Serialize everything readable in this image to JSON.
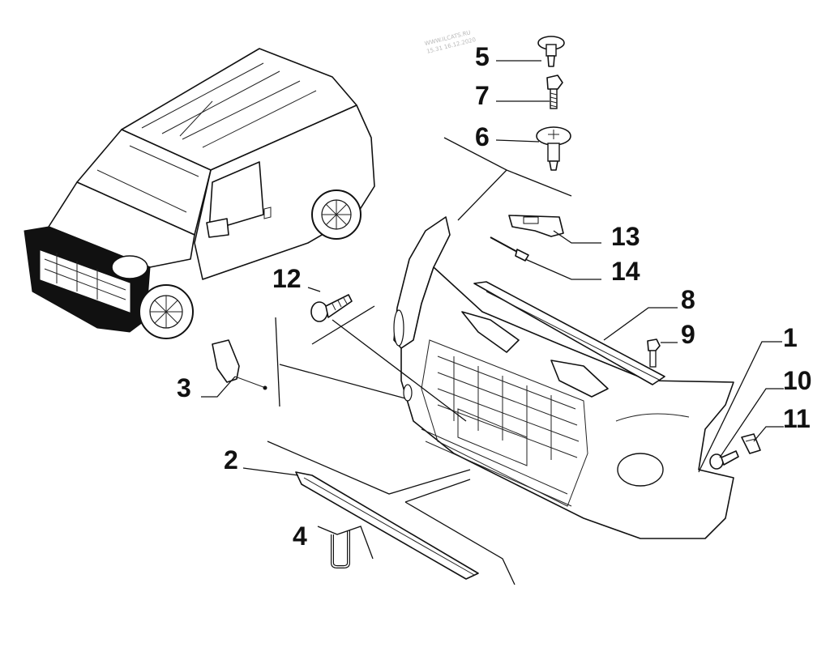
{
  "watermark": [
    "WWW.ILCATS.RU",
    "15.31 16.12.2020"
  ],
  "callouts": [
    "1",
    "2",
    "3",
    "4",
    "5",
    "6",
    "7",
    "8",
    "9",
    "10",
    "11",
    "12",
    "13",
    "14"
  ]
}
